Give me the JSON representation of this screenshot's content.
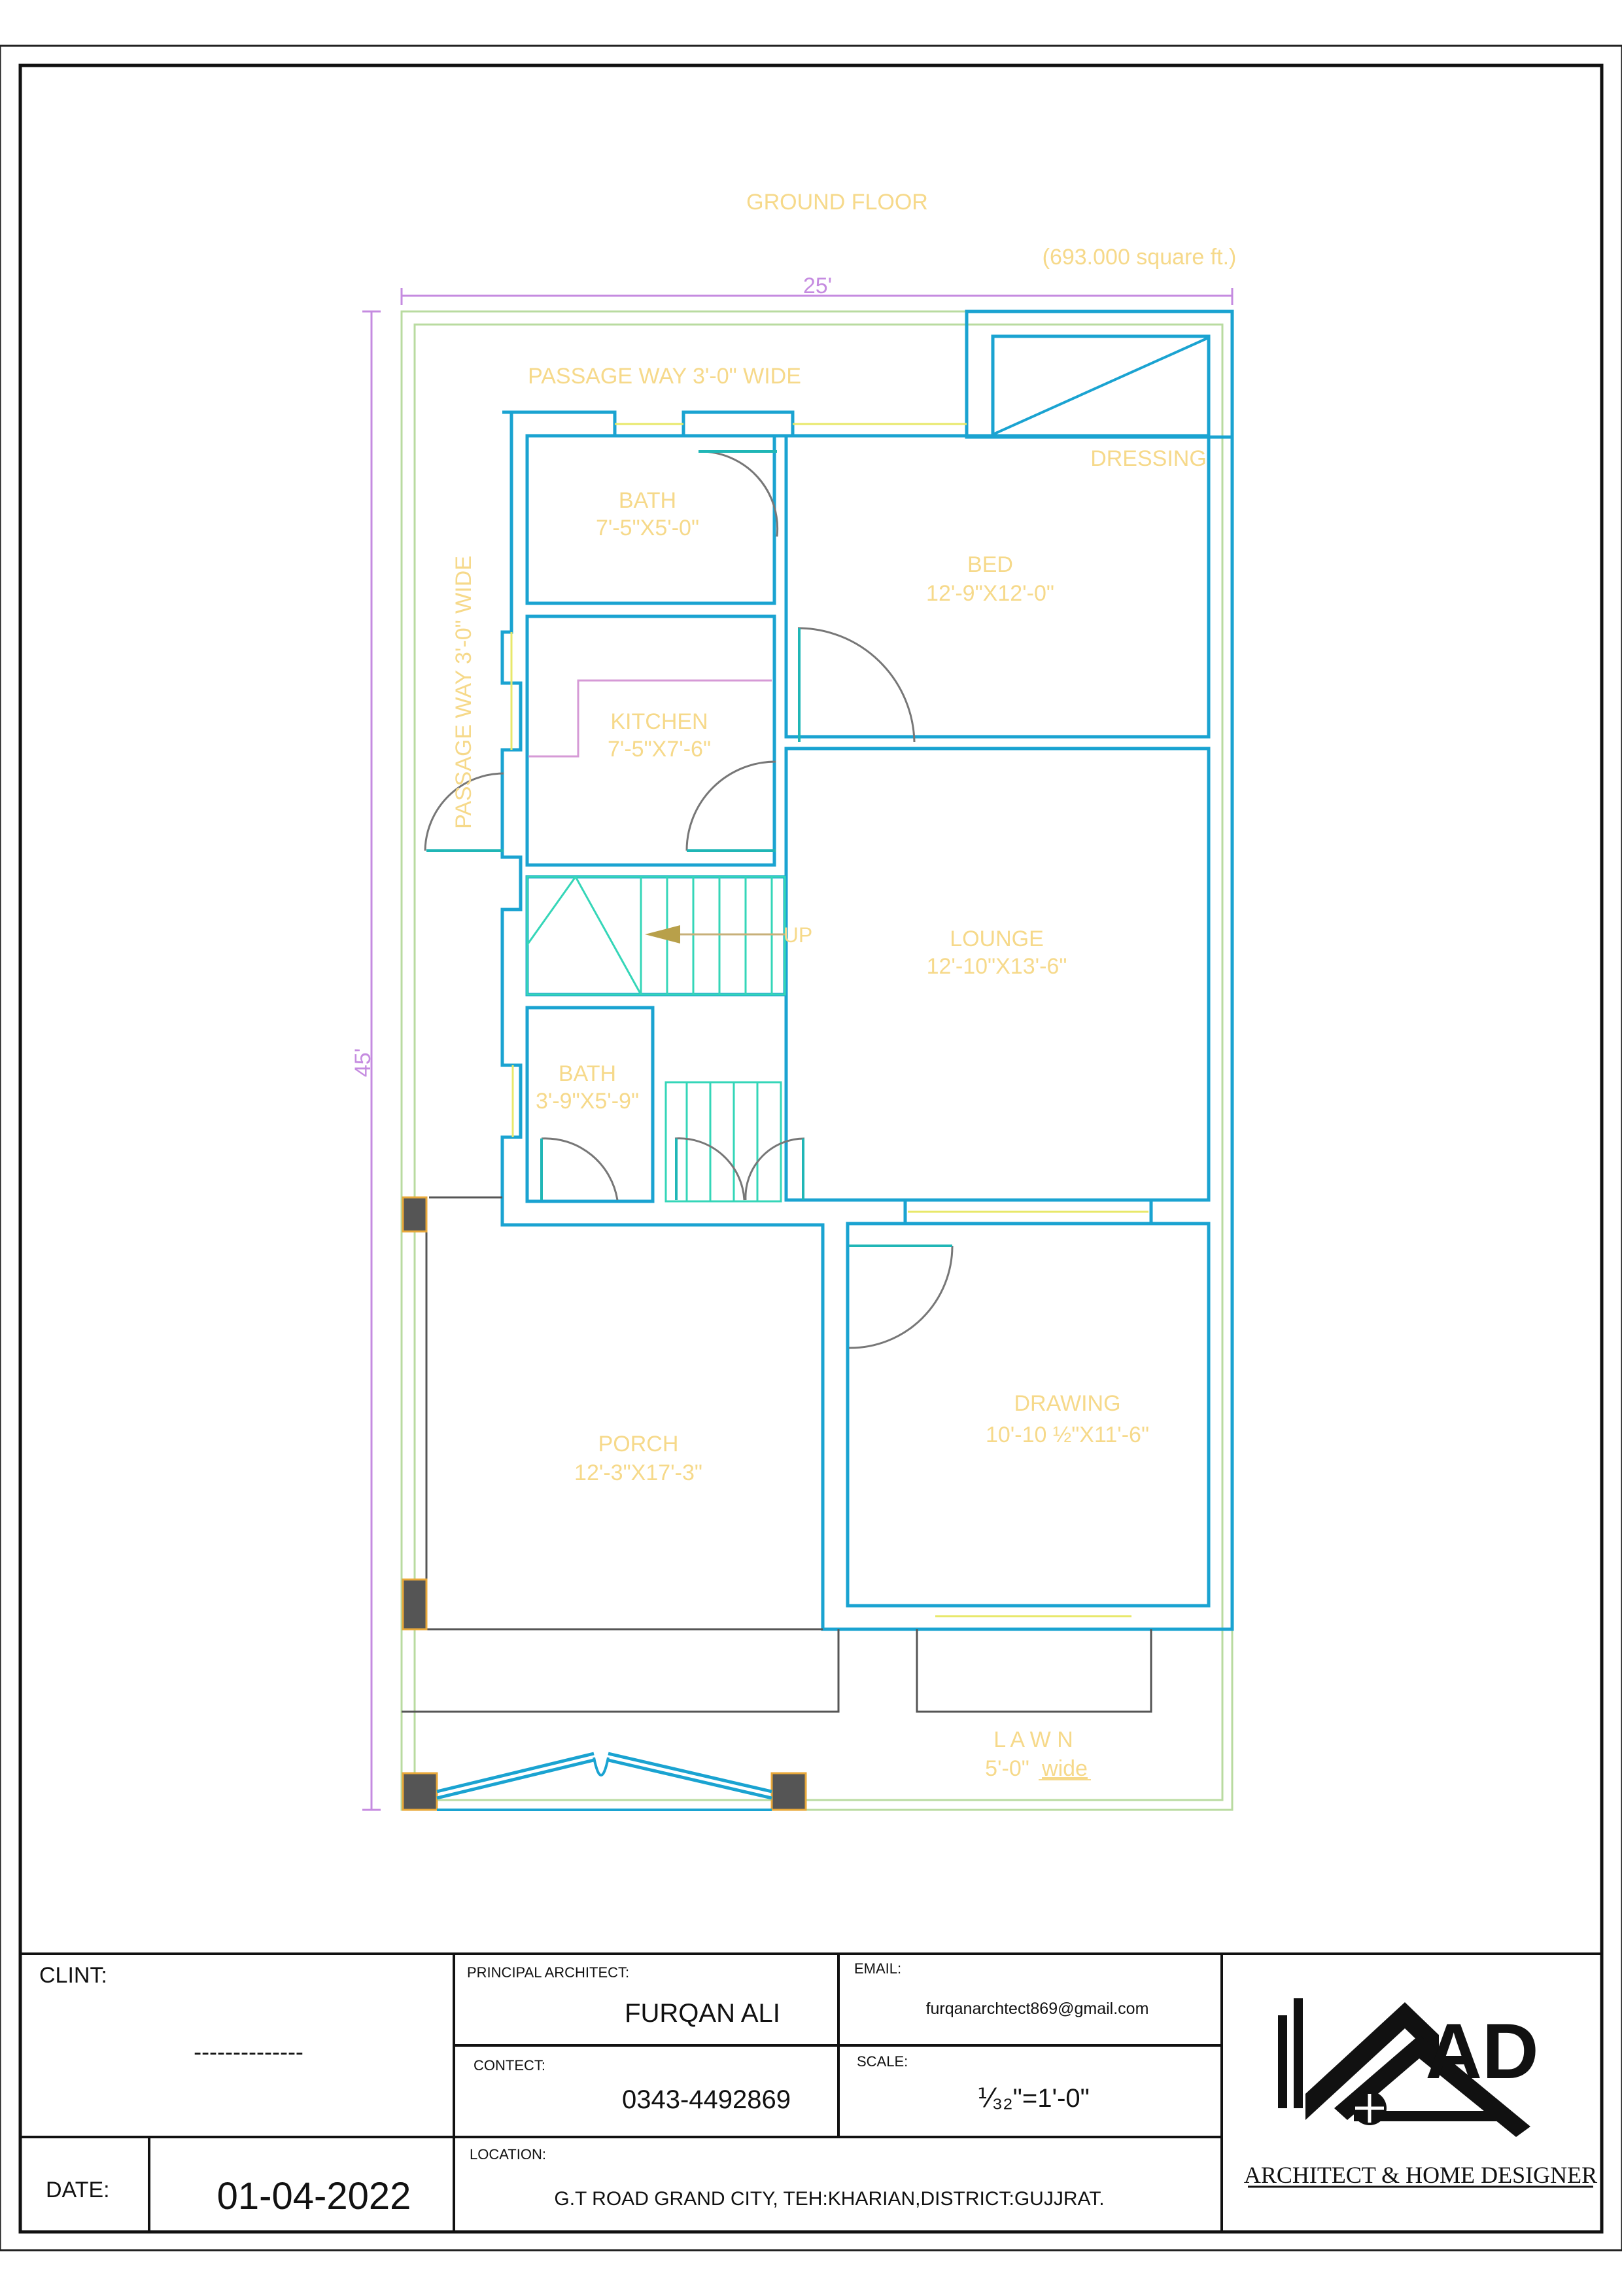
{
  "plan": {
    "title": "GROUND FLOOR",
    "area": "(693.000 square ft.)",
    "width_dim": "25'",
    "depth_dim": "45'",
    "passage_top": "PASSAGE WAY 3'-0\" WIDE",
    "passage_side": "PASSAGE WAY 3'-0\" WIDE",
    "stair_label": "UP",
    "rooms": {
      "dressing": {
        "name": "DRESSING"
      },
      "bath1": {
        "name": "BATH",
        "size": "7'-5\"X5'-0\""
      },
      "bed": {
        "name": "BED",
        "size": "12'-9\"X12'-0\""
      },
      "kitchen": {
        "name": "KITCHEN",
        "size": "7'-5\"X7'-6\""
      },
      "lounge": {
        "name": "LOUNGE",
        "size": "12'-10\"X13'-6\""
      },
      "bath2": {
        "name": "BATH",
        "size": "3'-9\"X5'-9\""
      },
      "drawing": {
        "name": "DRAWING",
        "size": "10'-10 ½\"X11'-6\""
      },
      "porch": {
        "name": "PORCH",
        "size": "12'-3\"X17'-3\""
      },
      "lawn": {
        "name": "L A W N",
        "size": "5'-0\"",
        "size_suffix": "wide"
      }
    }
  },
  "title_block": {
    "client_label": "CLINT:",
    "client_value": "--------------",
    "architect_label": "PRINCIPAL ARCHITECT:",
    "architect_value": "FURQAN ALI",
    "email_label": "EMAIL:",
    "email_value": "furqanarchtect869@gmail.com",
    "contact_label": "CONTECT:",
    "contact_value": "0343-4492869",
    "scale_label": "SCALE:",
    "scale_value": "⅟₃₂\"=1'-0\"",
    "date_label": "DATE:",
    "date_value": "01-04-2022",
    "location_label": "LOCATION:",
    "location_value": "G.T ROAD GRAND CITY, TEH:KHARIAN,DISTRICT:GUJJRAT.",
    "logo_letters": "AD",
    "logo_caption": "ARCHITECT & HOME DESIGNER"
  },
  "colors": {
    "wall": "#1aa3d1",
    "label": "#f6d98a",
    "dimension": "#c58be0"
  }
}
